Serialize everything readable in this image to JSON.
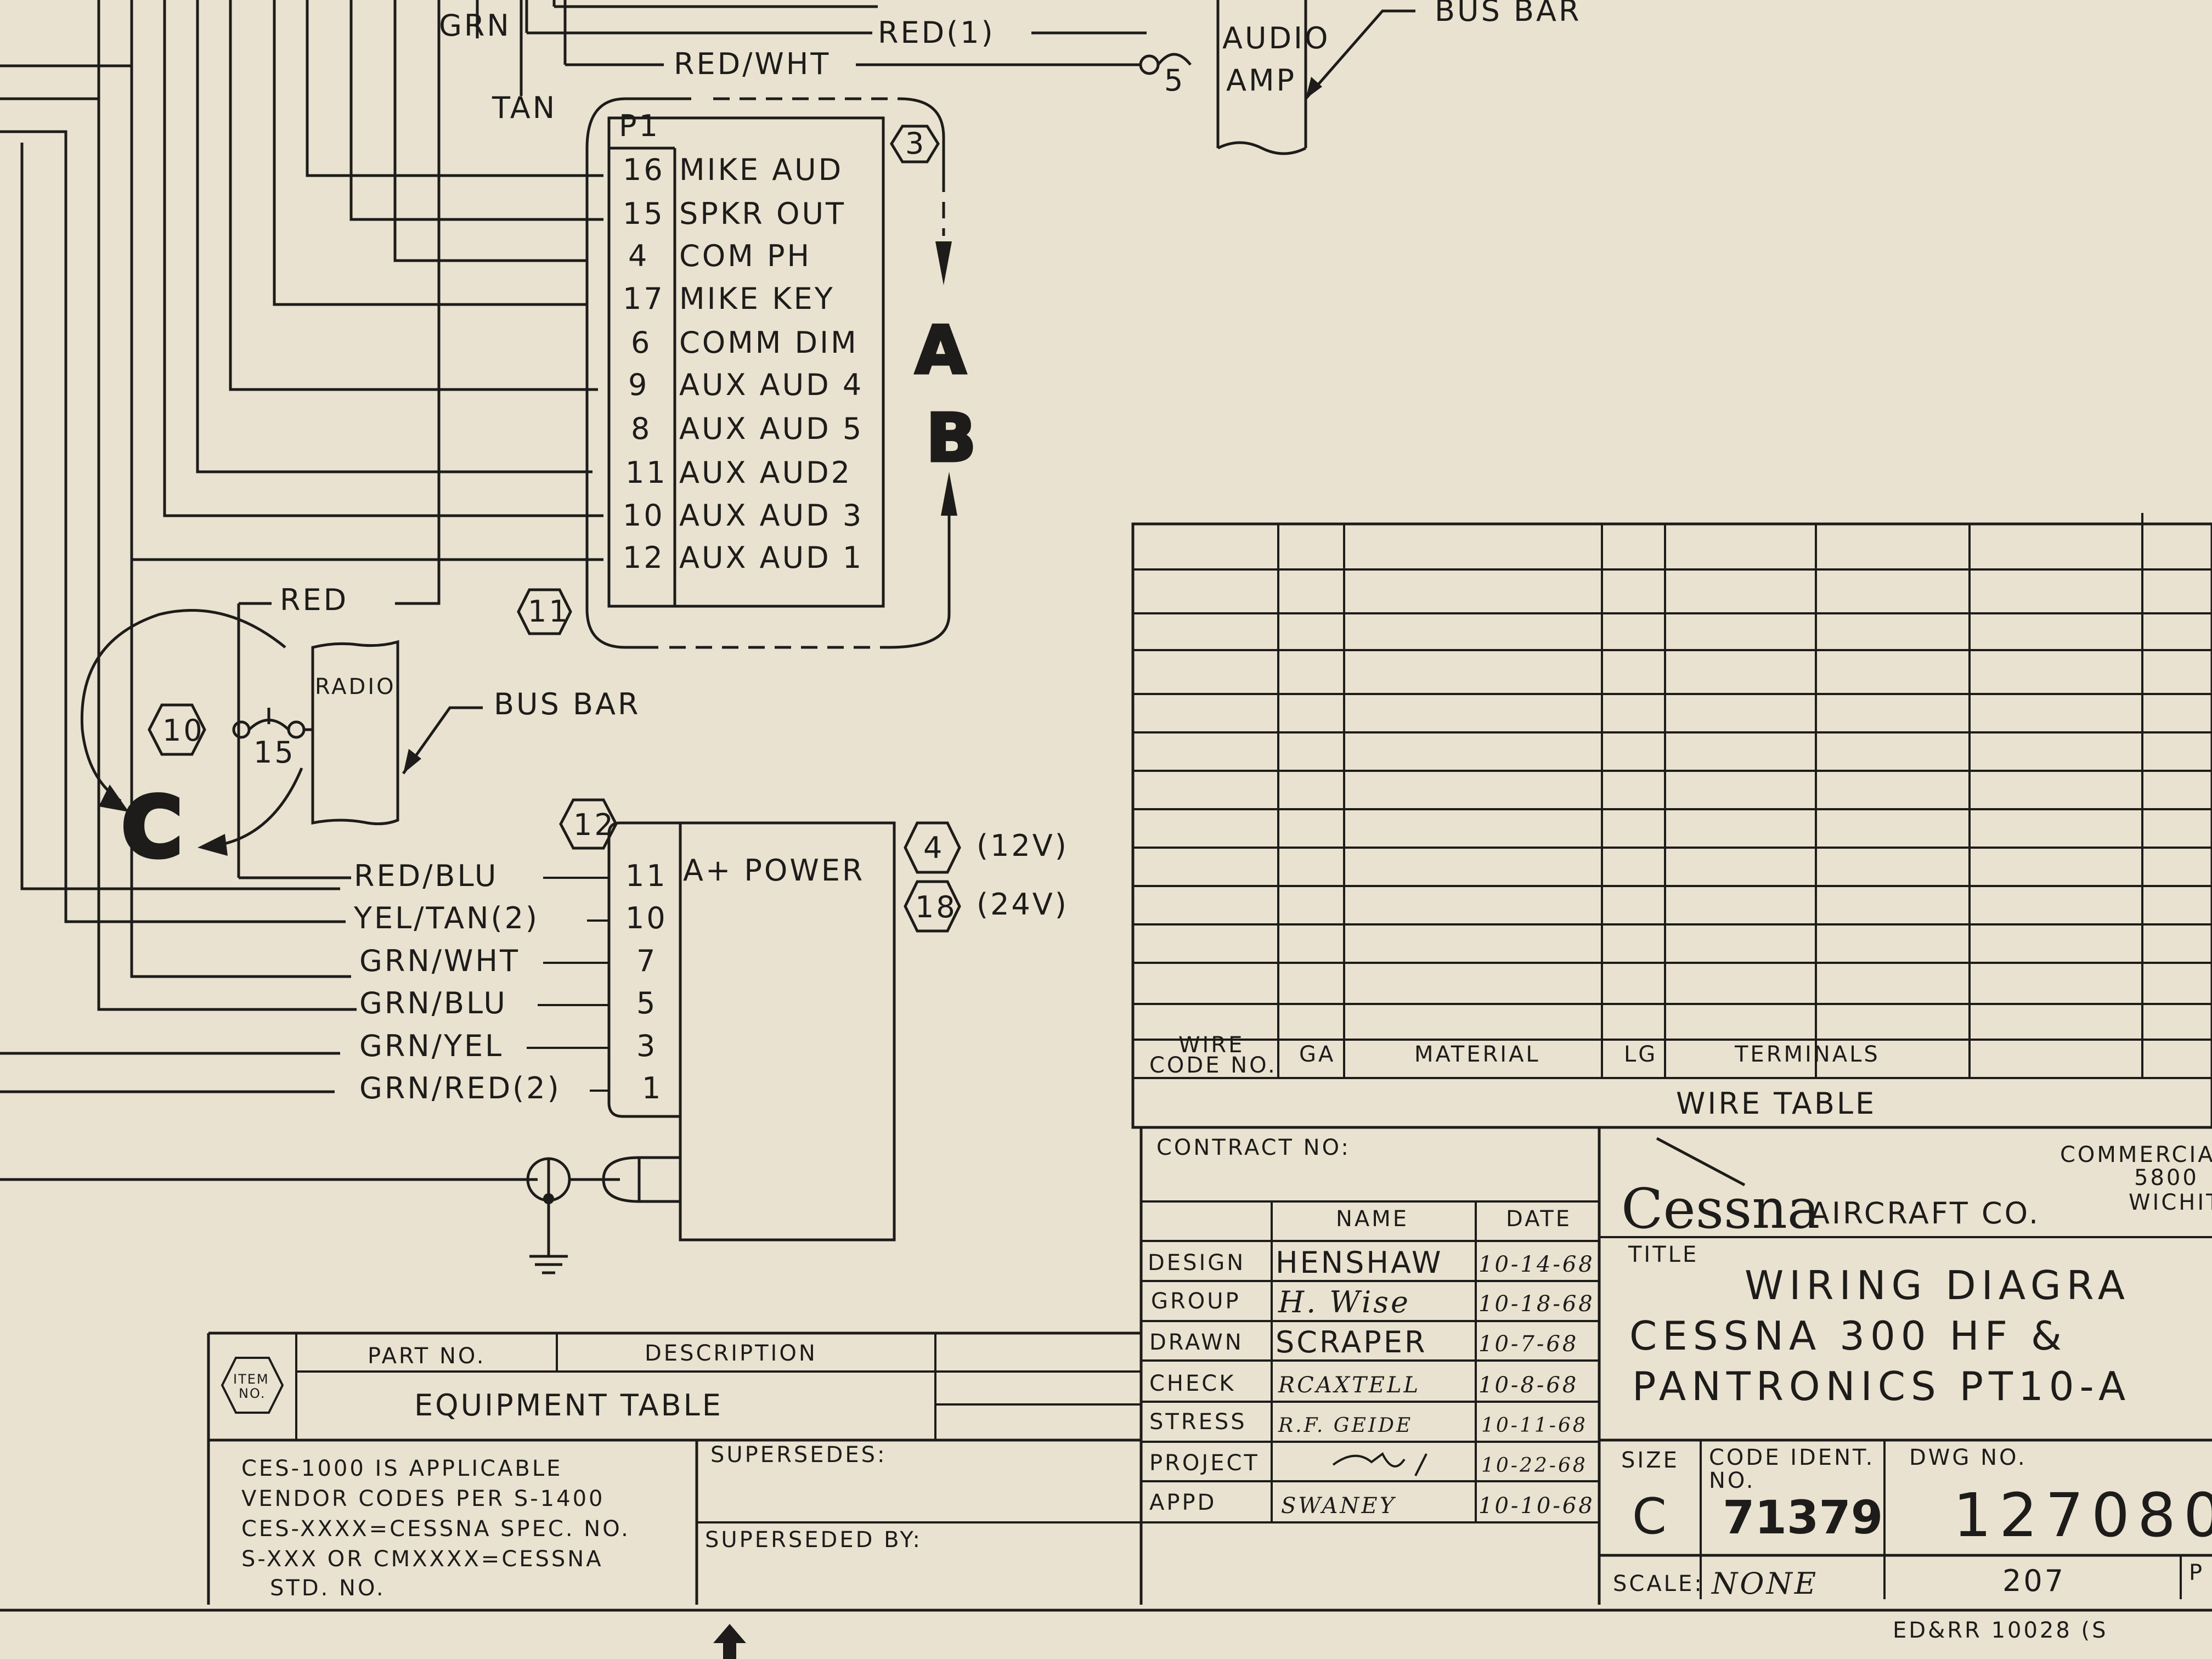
{
  "top_wires": {
    "grn": "GRN",
    "red1": "RED(1)",
    "red_wht": "RED/WHT",
    "tan": "TAN"
  },
  "audio_amp": {
    "label_1": "AUDIO",
    "label_2": "AMP",
    "pin": "5",
    "bus_bar": "BUS BAR"
  },
  "connector_p1": {
    "label": "P1",
    "hex": "3",
    "hex_lower": "11",
    "pins": [
      {
        "num": "16",
        "name": "MIKE AUD"
      },
      {
        "num": "15",
        "name": "SPKR OUT"
      },
      {
        "num": "4",
        "name": "COM PH"
      },
      {
        "num": "17",
        "name": "MIKE KEY"
      },
      {
        "num": "6",
        "name": "COMM DIM"
      },
      {
        "num": "9",
        "name": "AUX AUD 4"
      },
      {
        "num": "8",
        "name": "AUX AUD 5"
      },
      {
        "num": "11",
        "name": "AUX AUD2"
      },
      {
        "num": "10",
        "name": "AUX AUD 3"
      },
      {
        "num": "12",
        "name": "AUX AUD 1"
      }
    ]
  },
  "ab_marker": {
    "a": "A",
    "b": "B"
  },
  "radio": {
    "label": "RADIO",
    "pin": "15",
    "hex": "10",
    "red": "RED",
    "bus_bar": "BUS BAR",
    "c_marker": "C"
  },
  "power_connector": {
    "hex": "12",
    "title": "A+ POWER",
    "rows": [
      {
        "wire": "RED/BLU",
        "pin": "11"
      },
      {
        "wire": "YEL/TAN(2)",
        "pin": "10"
      },
      {
        "wire": "GRN/WHT",
        "pin": "7"
      },
      {
        "wire": "GRN/BLU",
        "pin": "5"
      },
      {
        "wire": "GRN/YEL",
        "pin": "3"
      },
      {
        "wire": "GRN/RED(2)",
        "pin": "1"
      }
    ],
    "notes": [
      {
        "hex": "4",
        "text": "(12V)"
      },
      {
        "hex": "18",
        "text": "(24V)"
      }
    ]
  },
  "wire_table": {
    "title": "WIRE TABLE",
    "headers": {
      "code_1": "WIRE",
      "code_2": "CODE NO.",
      "ga": "GA",
      "material": "MATERIAL",
      "lg": "LG",
      "terminals": "TERMINALS"
    }
  },
  "title_block": {
    "contract": "CONTRACT NO:",
    "name_header": "NAME",
    "date_header": "DATE",
    "rows": [
      {
        "role": "DESIGN",
        "name": "HENSHAW",
        "date": "10-14-68"
      },
      {
        "role": "GROUP",
        "name": "H. Wise",
        "date": "10-18-68"
      },
      {
        "role": "DRAWN",
        "name": "SCRAPER",
        "date": "10-7-68"
      },
      {
        "role": "CHECK",
        "name": "RCAXTELL",
        "date": "10-8-68"
      },
      {
        "role": "STRESS",
        "name": "R.F. GEIDE",
        "date": "10-11-68"
      },
      {
        "role": "PROJECT",
        "name": "",
        "date": "10-22-68"
      },
      {
        "role": "APPD",
        "name": "SWANEY",
        "date": "10-10-68"
      }
    ],
    "company_logo": "Cessna",
    "company_rest": "AIRCRAFT CO.",
    "commercial": "COMMERCIA",
    "address_1": "5800",
    "address_2": "WICHIT",
    "title_label": "TITLE",
    "title_line_1": "WIRING DIAGRA",
    "title_line_2": "CESSNA 300 HF &",
    "title_line_3": "PANTRONICS PT10-A",
    "size_label": "SIZE",
    "size": "C",
    "code_ident_label_1": "CODE IDENT.",
    "code_ident_label_2": "NO.",
    "code_ident": "71379",
    "dwg_no_label": "DWG NO.",
    "dwg_no": "127080",
    "scale_label": "SCALE:",
    "scale": "NONE",
    "sheet_no": "207",
    "p_cell": "P",
    "footer": "ED&RR 10028 (S"
  },
  "equipment_table": {
    "item_no_1": "ITEM",
    "item_no_2": "NO.",
    "part_no": "PART NO.",
    "description": "DESCRIPTION",
    "title": "EQUIPMENT TABLE",
    "notes": [
      "CES-1000 IS APPLICABLE",
      "VENDOR CODES PER S-1400",
      "CES-XXXX=CESSNA SPEC. NO.",
      "S-XXX OR CMXXXX=CESSNA",
      "STD. NO."
    ],
    "supersedes": "SUPERSEDES:",
    "superseded_by": "SUPERSEDED BY:"
  }
}
